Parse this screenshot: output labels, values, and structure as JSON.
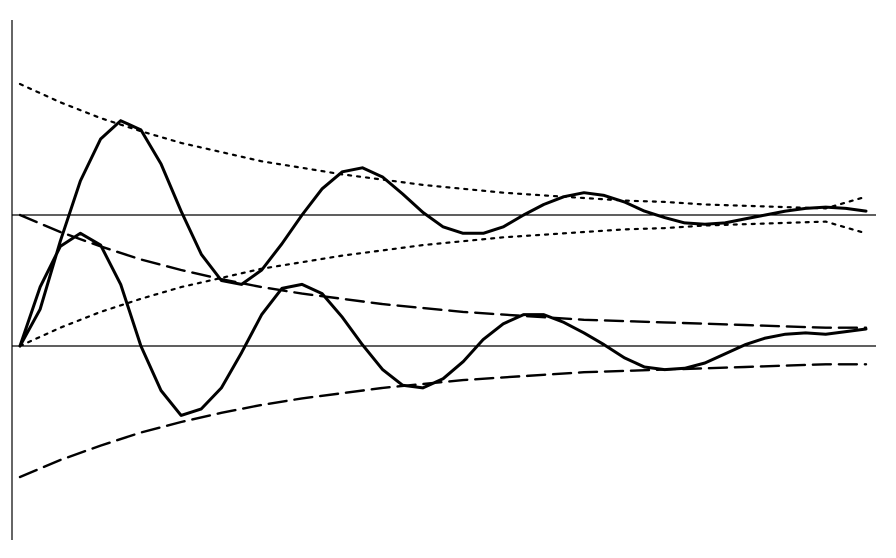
{
  "chart_data": {
    "type": "line",
    "title": "",
    "xlabel": "",
    "ylabel": "",
    "xlim": [
      0,
      4.2
    ],
    "ylim": [
      -1.55,
      2.35
    ],
    "grid": false,
    "legend": "none",
    "reference_lines": [
      {
        "name": "",
        "axis": "y",
        "value": 0
      },
      {
        "name": "",
        "axis": "y",
        "value": 1
      }
    ],
    "series": [
      {
        "name": "",
        "style": "solid",
        "x": [
          0,
          0.1,
          0.2,
          0.3,
          0.4,
          0.5,
          0.6,
          0.7,
          0.8,
          0.9,
          1.0,
          1.1,
          1.2,
          1.3,
          1.4,
          1.5,
          1.6,
          1.7,
          1.8,
          1.9,
          2.0,
          2.1,
          2.2,
          2.3,
          2.4,
          2.5,
          2.6,
          2.7,
          2.8,
          2.9,
          3.0,
          3.1,
          3.2,
          3.3,
          3.4,
          3.5,
          3.6,
          3.7,
          3.8,
          3.9,
          4.0,
          4.1,
          4.2
        ],
        "values": [
          0,
          0.28,
          0.8,
          1.26,
          1.58,
          1.72,
          1.65,
          1.39,
          1.03,
          0.7,
          0.5,
          0.47,
          0.58,
          0.78,
          1.0,
          1.2,
          1.33,
          1.36,
          1.29,
          1.16,
          1.02,
          0.91,
          0.86,
          0.86,
          0.91,
          1.0,
          1.08,
          1.14,
          1.17,
          1.15,
          1.1,
          1.03,
          0.98,
          0.94,
          0.93,
          0.94,
          0.97,
          1.0,
          1.03,
          1.05,
          1.06,
          1.05,
          1.03
        ]
      },
      {
        "name": "",
        "style": "solid",
        "x": [
          0,
          0.1,
          0.2,
          0.3,
          0.4,
          0.5,
          0.6,
          0.7,
          0.8,
          0.9,
          1.0,
          1.1,
          1.2,
          1.3,
          1.4,
          1.5,
          1.6,
          1.7,
          1.8,
          1.9,
          2.0,
          2.1,
          2.2,
          2.3,
          2.4,
          2.5,
          2.6,
          2.7,
          2.8,
          2.9,
          3.0,
          3.1,
          3.2,
          3.3,
          3.4,
          3.5,
          3.6,
          3.7,
          3.8,
          3.9,
          4.0,
          4.1,
          4.2
        ],
        "values": [
          0,
          0.45,
          0.76,
          0.86,
          0.77,
          0.47,
          0.0,
          -0.34,
          -0.53,
          -0.48,
          -0.32,
          -0.05,
          0.24,
          0.44,
          0.47,
          0.4,
          0.22,
          0.01,
          -0.18,
          -0.3,
          -0.32,
          -0.25,
          -0.12,
          0.05,
          0.17,
          0.24,
          0.24,
          0.18,
          0.1,
          0.01,
          -0.09,
          -0.16,
          -0.18,
          -0.17,
          -0.13,
          -0.06,
          0.01,
          0.06,
          0.09,
          0.1,
          0.09,
          0.11,
          0.13
        ]
      },
      {
        "name": "",
        "style": "dotted",
        "x": [
          0,
          0.2,
          0.4,
          0.6,
          0.8,
          1.0,
          1.2,
          1.4,
          1.6,
          1.8,
          2.0,
          2.2,
          2.4,
          2.6,
          2.8,
          3.0,
          3.2,
          3.4,
          3.6,
          3.8,
          4.0,
          4.2
        ],
        "values": [
          2.0,
          1.86,
          1.74,
          1.64,
          1.55,
          1.48,
          1.41,
          1.36,
          1.31,
          1.27,
          1.23,
          1.2,
          1.17,
          1.15,
          1.13,
          1.11,
          1.1,
          1.08,
          1.07,
          1.06,
          1.05,
          1.14
        ]
      },
      {
        "name": "",
        "style": "dotted",
        "x": [
          0,
          0.2,
          0.4,
          0.6,
          0.8,
          1.0,
          1.2,
          1.4,
          1.6,
          1.8,
          2.0,
          2.2,
          2.4,
          2.6,
          2.8,
          3.0,
          3.2,
          3.4,
          3.6,
          3.8,
          4.0,
          4.2
        ],
        "values": [
          0.0,
          0.14,
          0.26,
          0.36,
          0.45,
          0.52,
          0.59,
          0.64,
          0.69,
          0.73,
          0.77,
          0.8,
          0.83,
          0.85,
          0.87,
          0.89,
          0.9,
          0.92,
          0.93,
          0.94,
          0.95,
          0.86
        ]
      },
      {
        "name": "",
        "style": "dashed",
        "x": [
          0,
          0.2,
          0.4,
          0.6,
          0.8,
          1.0,
          1.2,
          1.4,
          1.6,
          1.8,
          2.0,
          2.2,
          2.4,
          2.6,
          2.8,
          3.0,
          3.2,
          3.4,
          3.6,
          3.8,
          4.0,
          4.2
        ],
        "values": [
          1.0,
          0.87,
          0.76,
          0.66,
          0.58,
          0.51,
          0.45,
          0.4,
          0.36,
          0.32,
          0.29,
          0.26,
          0.24,
          0.22,
          0.2,
          0.19,
          0.18,
          0.17,
          0.16,
          0.15,
          0.14,
          0.14
        ]
      },
      {
        "name": "",
        "style": "dashed",
        "x": [
          0,
          0.2,
          0.4,
          0.6,
          0.8,
          1.0,
          1.2,
          1.4,
          1.6,
          1.8,
          2.0,
          2.2,
          2.4,
          2.6,
          2.8,
          3.0,
          3.2,
          3.4,
          3.6,
          3.8,
          4.0,
          4.2
        ],
        "values": [
          -1.0,
          -0.87,
          -0.76,
          -0.66,
          -0.58,
          -0.51,
          -0.45,
          -0.4,
          -0.36,
          -0.32,
          -0.29,
          -0.26,
          -0.24,
          -0.22,
          -0.2,
          -0.19,
          -0.18,
          -0.17,
          -0.16,
          -0.15,
          -0.14,
          -0.14
        ]
      }
    ]
  }
}
